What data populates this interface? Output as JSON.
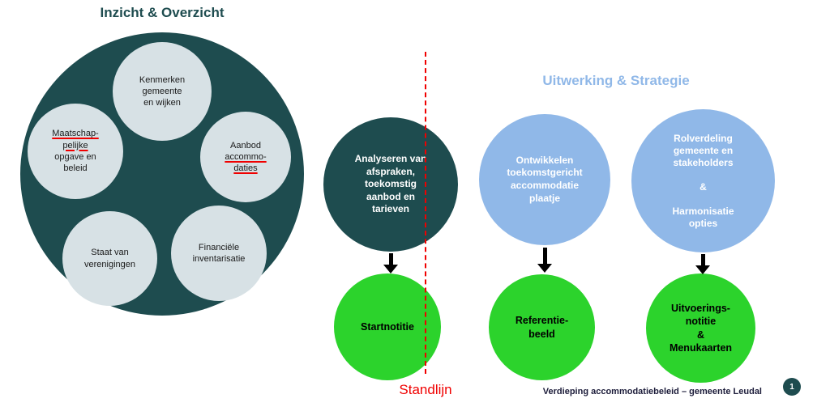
{
  "colors": {
    "dark_teal": "#1e4c4f",
    "bubble_gray": "#d7e1e5",
    "bubble_text": "#1a1a1a",
    "light_blue": "#90b8e8",
    "green": "#2cd32c",
    "red": "#f00000",
    "footer_text": "#1c1c3a"
  },
  "left": {
    "title": "Inzicht & Overzicht",
    "bubbles": {
      "kenmerken": "Kenmerken\ngemeente\nen wijken",
      "maatschappelijke_underlined": "Maatschap-\npelijke",
      "maatschappelijke_rest": "\nopgave en\nbeleid",
      "aanbod_first": "Aanbod\n",
      "aanbod_underlined": "accommo-\ndaties",
      "staat_van_verenigingen": "Staat van\nverenigingen",
      "financiele_inventarisatie": "Financiële\ninventarisatie"
    }
  },
  "middle": {
    "analyseren_circle": "Analyseren van\nafspraken,\ntoekomstig\naanbod en\ntarieven",
    "startnotitie_circle": "Startnotitie",
    "standlijn_label": "Standlijn"
  },
  "right": {
    "title": "Uitwerking & Strategie",
    "ontwikkelen_circle": "Ontwikkelen\ntoekomstgericht\naccommodatie\nplaatje",
    "referentiebeeld_circle": "Referentie-\nbeeld",
    "rolverdeling_circle": "Rolverdeling\ngemeente en\nstakeholders\n\n&\n\nHarmonisatie\nopties",
    "uitvoerings_circle": "Uitvoerings-\nnotitie\n&\nMenukaarten"
  },
  "footer": {
    "caption": "Verdieping accommodatiebeleid – gemeente Leudal",
    "page_number": "1"
  }
}
